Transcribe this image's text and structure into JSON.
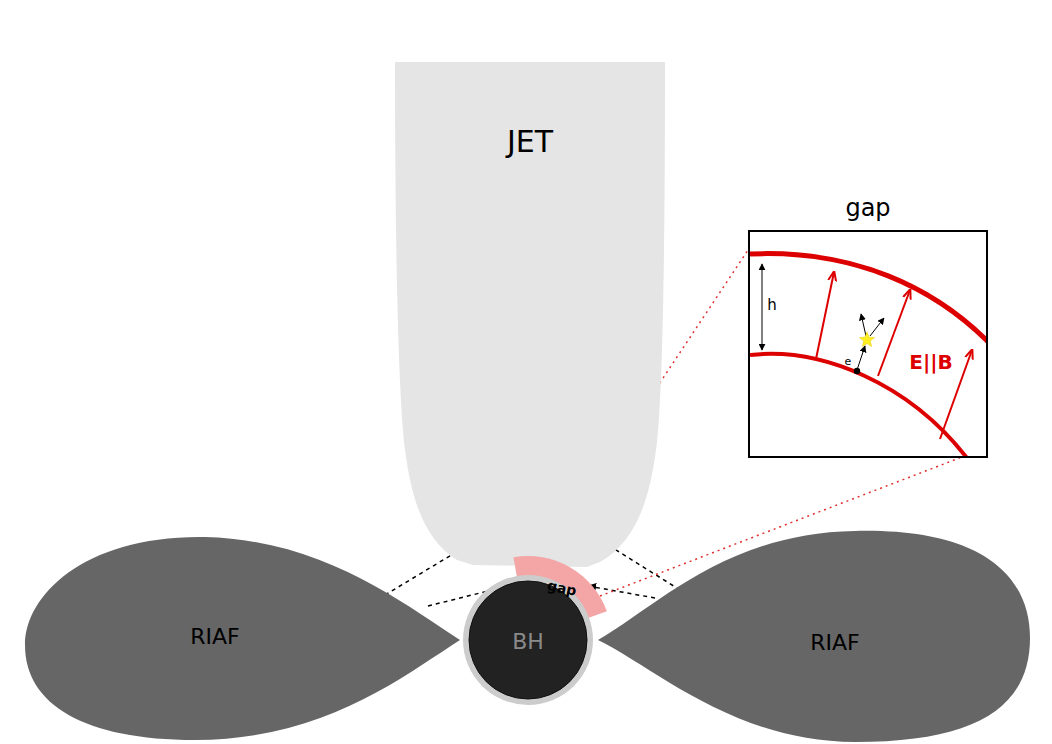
{
  "diagram": {
    "nodes": [
      {
        "text": [
          "JET"
        ]
      },
      {
        "text": [
          "gap"
        ]
      },
      {
        "text": [
          "RIAF"
        ]
      },
      {
        "text": [
          "gap"
        ]
      },
      {
        "text": [
          "BH"
        ]
      },
      {
        "text": [
          "RIAF"
        ]
      }
    ],
    "edges": [
      {
        "from": 2,
        "to": 0,
        "arrow": "to"
      },
      {
        "from": 2,
        "to": 3,
        "arrow": "to"
      },
      {
        "from": 5,
        "to": 0,
        "arrow": "to"
      },
      {
        "from": 5,
        "to": 3,
        "arrow": "to"
      },
      {
        "from": 3,
        "to": 1,
        "arrow": "none"
      },
      {
        "from": 3,
        "to": 1,
        "arrow": "none"
      }
    ],
    "labels": [
      "h",
      "e",
      "E||B"
    ]
  }
}
